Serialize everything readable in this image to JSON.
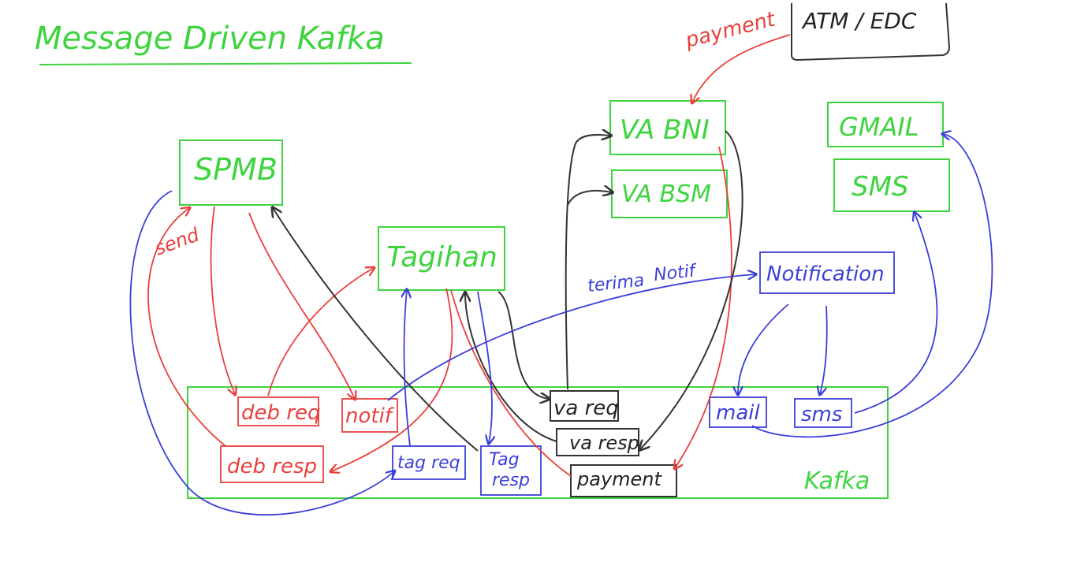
{
  "title": "Message Driven Kafka",
  "services": {
    "spmb": "SPMB",
    "tagihan": "Tagihan",
    "va_bni": "VA BNI",
    "va_bsm": "VA BSM",
    "gmail": "GMAIL",
    "sms": "SMS",
    "notification": "Notification",
    "atm_edc": "ATM / EDC"
  },
  "kafka": {
    "label": "Kafka",
    "topics": {
      "deb_req": "deb req",
      "notif": "notif",
      "deb_resp": "deb resp",
      "tag_req": "tag req",
      "tag_resp_line1": "Tag",
      "tag_resp_line2": "resp",
      "va_req": "va req",
      "va_resp": "va resp",
      "payment": "payment",
      "mail": "mail",
      "sms_topic": "sms"
    }
  },
  "arrow_labels": {
    "payment": "payment",
    "send": "send",
    "terima_notif_1": "terima",
    "terima_notif_2": "Notif"
  },
  "colors": {
    "service": "#3fd43f",
    "debit_flow": "#e8403c",
    "notif_flow": "#3b3fd9",
    "va_flow": "#333333"
  }
}
